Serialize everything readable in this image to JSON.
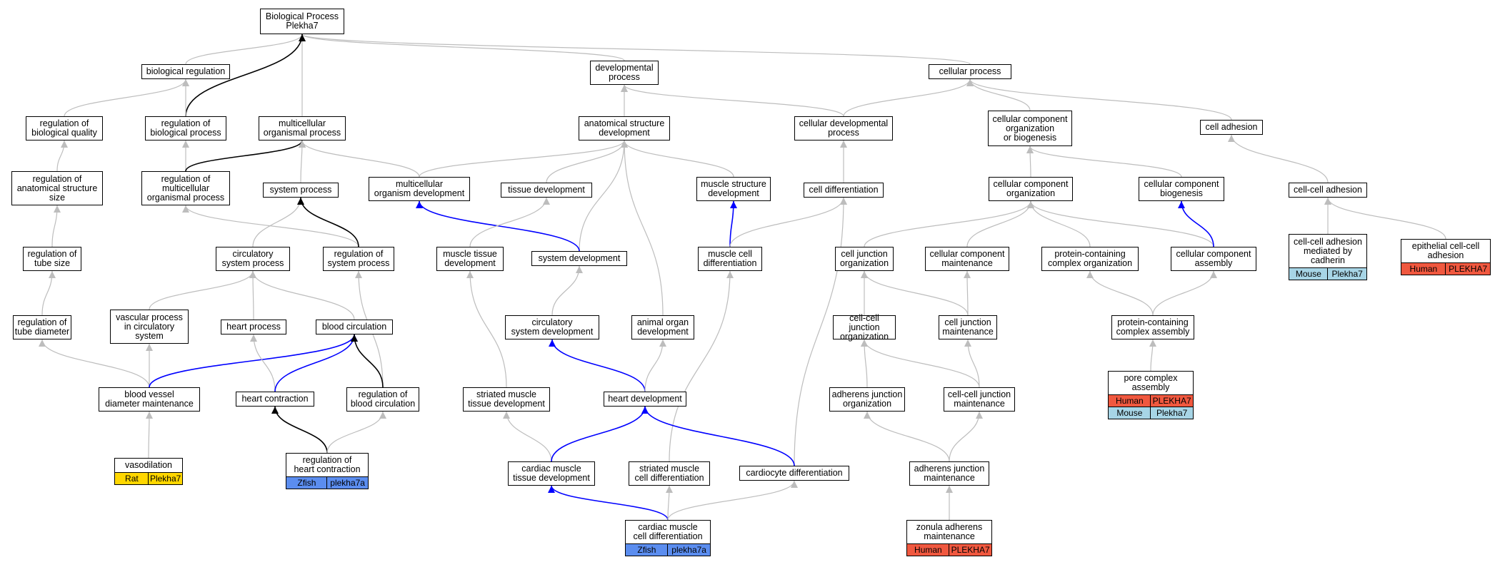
{
  "colors": {
    "edge_default": "#bdbdbd",
    "edge_black": "#000000",
    "edge_blue": "#0000ff",
    "Human": "#f0583f",
    "Mouse": "#a7d5e6",
    "Rat": "#ffd700",
    "Zfish": "#5b8def"
  },
  "nodes": {
    "bp": "Biological Process\nPlekha7",
    "bioreg": "biological regulation",
    "devproc": "developmental\nprocess",
    "cellproc": "cellular process",
    "regbioq": "regulation of\nbiological quality",
    "regbiop": "regulation of\nbiological process",
    "multiorg": "multicellular\norganismal process",
    "anatdev": "anatomical structure\ndevelopment",
    "celldevproc": "cellular developmental\nprocess",
    "ccob": "cellular component\norganization\nor biogenesis",
    "celladh": "cell adhesion",
    "regass": "regulation of\nanatomical structure\nsize",
    "regmop": "regulation of\nmulticellular\norganismal process",
    "sysproc": "system process",
    "multidev": "multicellular\norganism development",
    "tissdev": "tissue development",
    "musstrdev": "muscle structure\ndevelopment",
    "celldiff": "cell differentiation",
    "ccorg": "cellular component\norganization",
    "ccbio": "cellular component\nbiogenesis",
    "ccadh": "cell-cell adhesion",
    "regtube": "regulation of\ntube size",
    "circsys": "circulatory\nsystem process",
    "regsys": "regulation of\nsystem process",
    "mustissdev": "muscle tissue\ndevelopment",
    "sysdev": "system development",
    "muscelldiff": "muscle cell\ndifferentiation",
    "cjorg": "cell junction\norganization",
    "ccmaint": "cellular component\nmaintenance",
    "pcco": "protein-containing\ncomplex organization",
    "ccass": "cellular component\nassembly",
    "ccadhcad": "cell-cell adhesion\nmediated by\ncadherin",
    "epiadh": "epithelial cell-cell\nadhesion",
    "regtubed": "regulation of\ntube diameter",
    "vascproc": "vascular process\nin circulatory\nsystem",
    "heartproc": "heart process",
    "bloodcirc": "blood circulation",
    "circsysdev": "circulatory\nsystem development",
    "animorgdev": "animal organ\ndevelopment",
    "ccjorg": "cell-cell junction\norganization",
    "cjmaint": "cell junction\nmaintenance",
    "pcca": "protein-containing\ncomplex assembly",
    "bvdm": "blood vessel\ndiameter maintenance",
    "heartcontr": "heart contraction",
    "regbloodc": "regulation of\nblood circulation",
    "strmustdev": "striated muscle\ntissue development",
    "heartdev": "heart development",
    "ajorg": "adherens junction\norganization",
    "ccjmaint": "cell-cell junction\nmaintenance",
    "porecomp": "pore complex\nassembly",
    "vasodil": "vasodilation",
    "regheartc": "regulation of\nheart contraction",
    "cardmustdev": "cardiac muscle\ntissue development",
    "strmuscd": "striated muscle\ncell differentiation",
    "cardiodiff": "cardiocyte differentiation",
    "ajmaint": "adherens junction\nmaintenance",
    "cardmuscd": "cardiac muscle\ncell differentiation",
    "zonula": "zonula adherens\nmaintenance"
  },
  "annotations": [
    {
      "node": "ccadhcad",
      "rows": [
        [
          "Mouse",
          "Plekha7"
        ]
      ]
    },
    {
      "node": "epiadh",
      "rows": [
        [
          "Human",
          "PLEKHA7"
        ]
      ]
    },
    {
      "node": "porecomp",
      "rows": [
        [
          "Human",
          "PLEKHA7"
        ],
        [
          "Mouse",
          "Plekha7"
        ]
      ]
    },
    {
      "node": "vasodil",
      "rows": [
        [
          "Rat",
          "Plekha7"
        ]
      ]
    },
    {
      "node": "regheartc",
      "rows": [
        [
          "Zfish",
          "plekha7a"
        ]
      ]
    },
    {
      "node": "cardmuscd",
      "rows": [
        [
          "Zfish",
          "plekha7a"
        ]
      ]
    },
    {
      "node": "zonula",
      "rows": [
        [
          "Human",
          "PLEKHA7"
        ]
      ]
    }
  ],
  "edges": [
    [
      "bioreg",
      "bp",
      "gray"
    ],
    [
      "devproc",
      "bp",
      "gray"
    ],
    [
      "cellproc",
      "bp",
      "gray"
    ],
    [
      "multiorg",
      "bp",
      "gray"
    ],
    [
      "regbiop",
      "bp",
      "black"
    ],
    [
      "regbioq",
      "bioreg",
      "gray"
    ],
    [
      "regbiop",
      "bioreg",
      "gray"
    ],
    [
      "anatdev",
      "devproc",
      "gray"
    ],
    [
      "celldevproc",
      "devproc",
      "gray"
    ],
    [
      "celldevproc",
      "cellproc",
      "gray"
    ],
    [
      "ccob",
      "cellproc",
      "gray"
    ],
    [
      "celladh",
      "cellproc",
      "gray"
    ],
    [
      "regass",
      "regbioq",
      "gray"
    ],
    [
      "regmop",
      "regbiop",
      "gray"
    ],
    [
      "regmop",
      "multiorg",
      "black"
    ],
    [
      "sysproc",
      "multiorg",
      "gray"
    ],
    [
      "multidev",
      "multiorg",
      "gray"
    ],
    [
      "multidev",
      "anatdev",
      "gray"
    ],
    [
      "tissdev",
      "anatdev",
      "gray"
    ],
    [
      "musstrdev",
      "anatdev",
      "gray"
    ],
    [
      "sysdev",
      "anatdev",
      "gray"
    ],
    [
      "animorgdev",
      "anatdev",
      "gray"
    ],
    [
      "celldiff",
      "celldevproc",
      "gray"
    ],
    [
      "ccorg",
      "ccob",
      "gray"
    ],
    [
      "ccbio",
      "ccob",
      "gray"
    ],
    [
      "ccadh",
      "celladh",
      "gray"
    ],
    [
      "regtube",
      "regass",
      "gray"
    ],
    [
      "regsys",
      "regmop",
      "gray"
    ],
    [
      "circsys",
      "sysproc",
      "gray"
    ],
    [
      "regsys",
      "sysproc",
      "black"
    ],
    [
      "sysdev",
      "multidev",
      "blue"
    ],
    [
      "mustissdev",
      "tissdev",
      "gray"
    ],
    [
      "muscelldiff",
      "musstrdev",
      "blue"
    ],
    [
      "muscelldiff",
      "celldiff",
      "gray"
    ],
    [
      "cardiodiff",
      "celldiff",
      "gray"
    ],
    [
      "cjorg",
      "ccorg",
      "gray"
    ],
    [
      "ccmaint",
      "ccorg",
      "gray"
    ],
    [
      "pcco",
      "ccorg",
      "gray"
    ],
    [
      "ccass",
      "ccorg",
      "gray"
    ],
    [
      "ccass",
      "ccbio",
      "blue"
    ],
    [
      "ccadhcad",
      "ccadh",
      "gray"
    ],
    [
      "epiadh",
      "ccadh",
      "gray"
    ],
    [
      "regtubed",
      "regtube",
      "gray"
    ],
    [
      "vascproc",
      "circsys",
      "gray"
    ],
    [
      "heartproc",
      "circsys",
      "gray"
    ],
    [
      "bloodcirc",
      "circsys",
      "gray"
    ],
    [
      "regbloodc",
      "regsys",
      "gray"
    ],
    [
      "strmustdev",
      "mustissdev",
      "gray"
    ],
    [
      "circsysdev",
      "sysdev",
      "gray"
    ],
    [
      "strmuscd",
      "muscelldiff",
      "gray"
    ],
    [
      "ccjorg",
      "cjorg",
      "gray"
    ],
    [
      "cjmaint",
      "cjorg",
      "gray"
    ],
    [
      "cjmaint",
      "ccmaint",
      "gray"
    ],
    [
      "pcca",
      "pcco",
      "gray"
    ],
    [
      "pcca",
      "ccass",
      "gray"
    ],
    [
      "bvdm",
      "regtubed",
      "gray"
    ],
    [
      "bvdm",
      "vascproc",
      "gray"
    ],
    [
      "bvdm",
      "bloodcirc",
      "blue"
    ],
    [
      "heartcontr",
      "heartproc",
      "gray"
    ],
    [
      "heartcontr",
      "bloodcirc",
      "blue"
    ],
    [
      "regbloodc",
      "bloodcirc",
      "black"
    ],
    [
      "heartdev",
      "circsysdev",
      "blue"
    ],
    [
      "heartdev",
      "animorgdev",
      "gray"
    ],
    [
      "ajorg",
      "ccjorg",
      "gray"
    ],
    [
      "ccjmaint",
      "ccjorg",
      "gray"
    ],
    [
      "ccjmaint",
      "cjmaint",
      "gray"
    ],
    [
      "porecomp",
      "pcca",
      "gray"
    ],
    [
      "vasodil",
      "bvdm",
      "gray"
    ],
    [
      "regheartc",
      "heartcontr",
      "black"
    ],
    [
      "regheartc",
      "regbloodc",
      "gray"
    ],
    [
      "cardmustdev",
      "strmustdev",
      "gray"
    ],
    [
      "cardmustdev",
      "heartdev",
      "blue"
    ],
    [
      "cardiodiff",
      "heartdev",
      "blue"
    ],
    [
      "ajmaint",
      "ajorg",
      "gray"
    ],
    [
      "ajmaint",
      "ccjmaint",
      "gray"
    ],
    [
      "cardmuscd",
      "cardmustdev",
      "blue"
    ],
    [
      "cardmuscd",
      "strmuscd",
      "gray"
    ],
    [
      "cardmuscd",
      "cardiodiff",
      "gray"
    ],
    [
      "zonula",
      "ajmaint",
      "gray"
    ]
  ]
}
